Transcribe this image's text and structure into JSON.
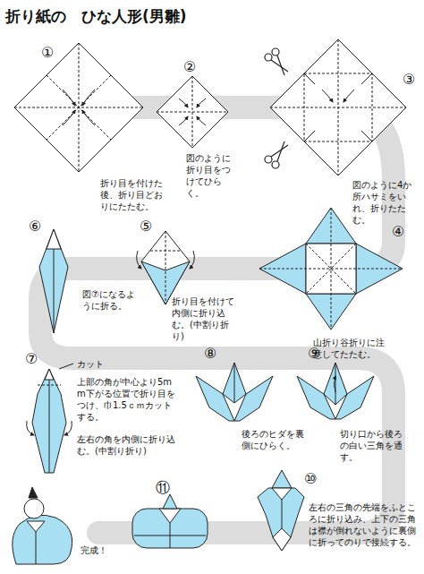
{
  "diagram": {
    "title": "折り紙の　ひな人形(男雛)",
    "labels": [
      "①",
      "折り目を付けた後、折り目どおりにたたむ。",
      "②",
      "図のように折り目をつけてひらく。",
      "③",
      "図のように4か所ハサミをいれ、折りたたむ。",
      "④",
      "山折り谷折りに注意してたたむ。",
      "⑤",
      "折り目を付けて内側に折り込む。(中割り折り)",
      "⑥",
      "図⑦になるように折る。",
      "⑦",
      "カット",
      "上部の角が中心より5mm下がる位置で折り目をつけ、巾1.5ｃｍカットする。",
      "左右の角を内側に折り込む。(中割り折り)",
      "⑧",
      "後ろのヒダを裏側にひらく。",
      "⑨",
      "切り口から後ろの白い三角を通す。",
      "⑩",
      "左右の三角の先端をふところに折り込み、上下の三角は襟が倒れないように裏側に折ってのりで接続する。",
      "⑪",
      "完成！"
    ]
  }
}
